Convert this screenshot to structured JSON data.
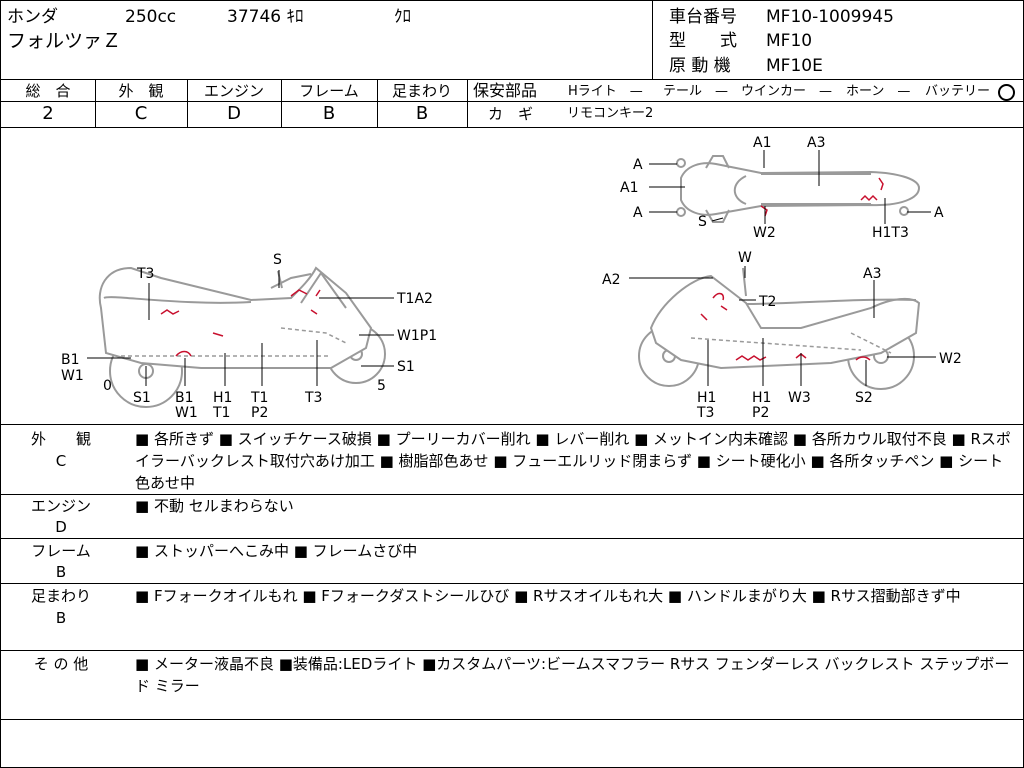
{
  "header": {
    "maker": "ホンダ",
    "displacement": "250cc",
    "mileage": "37746 ｷﾛ",
    "color": "ｸﾛ",
    "model_name": "フォルツァＺ",
    "vin_label": "車台番号",
    "vin_value": "MF10-1009945",
    "type_label": "型　　式",
    "type_value": "MF10",
    "engine_label": "原 動 機",
    "engine_value": "MF10E"
  },
  "grades": [
    {
      "label": "総　合",
      "value": "2"
    },
    {
      "label": "外　観",
      "value": "C"
    },
    {
      "label": "エンジン",
      "value": "D"
    },
    {
      "label": "フレーム",
      "value": "B"
    },
    {
      "label": "足まわり",
      "value": "B"
    }
  ],
  "safety": {
    "label": "保安部品",
    "items": [
      "Hライト　—",
      "テール　—",
      "ウインカー　—",
      "ホーン　—",
      "バッテリー"
    ],
    "key_label": "カ　ギ",
    "key_value": "リモコンキー2"
  },
  "diagram": {
    "left_labels": [
      "T3",
      "S",
      "T1A2",
      "W1P1",
      "B1",
      "W1",
      "0",
      "S1",
      "B1",
      "W1",
      "H1",
      "T1",
      "T1",
      "P2",
      "T3",
      "5",
      "S1"
    ],
    "right_labels": [
      "A2",
      "W",
      "T2",
      "A3",
      "W2",
      "H1",
      "T3",
      "H1",
      "P2",
      "W3",
      "S2"
    ],
    "top_labels": [
      "A1",
      "A3",
      "A",
      "A1",
      "A",
      "S",
      "W2",
      "H1T3",
      "A"
    ]
  },
  "sections": [
    {
      "label": "外　　観",
      "grade": "C",
      "text": "■ 各所きず ■ スイッチケース破損 ■ プーリーカバー削れ ■ レバー削れ ■ メットイン内未確認 ■ 各所カウル取付不良 ■ Rスポイラーバックレスト取付穴あけ加工 ■ 樹脂部色あせ ■ フューエルリッド閉まらず ■ シート硬化小 ■ 各所タッチペン ■ シート色あせ中"
    },
    {
      "label": "エンジン",
      "grade": "D",
      "text": "■ 不動 セルまわらない"
    },
    {
      "label": "フレーム",
      "grade": "B",
      "text": "■ ストッパーへこみ中 ■ フレームさび中"
    },
    {
      "label": "足まわり",
      "grade": "B",
      "text": "■ Fフォークオイルもれ ■ Fフォークダストシールひび ■ Rサスオイルもれ大 ■ ハンドルまがり大 ■ Rサス摺動部きず中"
    },
    {
      "label": "そ の 他",
      "grade": "",
      "text": "■ メーター液晶不良 ■装備品:LEDライト ■カスタムパーツ:ビームスマフラー Rサス フェンダーレス バックレスト ステップボード ミラー"
    }
  ]
}
